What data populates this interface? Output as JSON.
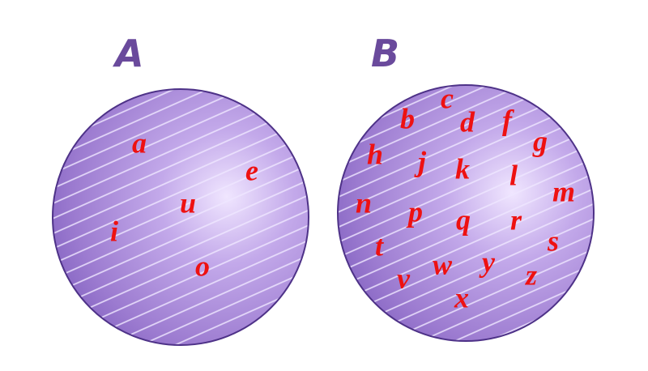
{
  "colors": {
    "letter": "#ee1111",
    "label": "#6a4a9c",
    "circle_fill": "#a98ad8",
    "circle_edge": "#4e3288",
    "stripe": "#f1e9ff"
  },
  "sets": [
    {
      "label": "A",
      "elements": [
        "a",
        "e",
        "u",
        "i",
        "o"
      ]
    },
    {
      "label": "B",
      "elements": [
        "b",
        "c",
        "d",
        "f",
        "g",
        "h",
        "j",
        "k",
        "l",
        "m",
        "n",
        "p",
        "q",
        "r",
        "s",
        "t",
        "v",
        "w",
        "y",
        "z",
        "x"
      ]
    }
  ]
}
